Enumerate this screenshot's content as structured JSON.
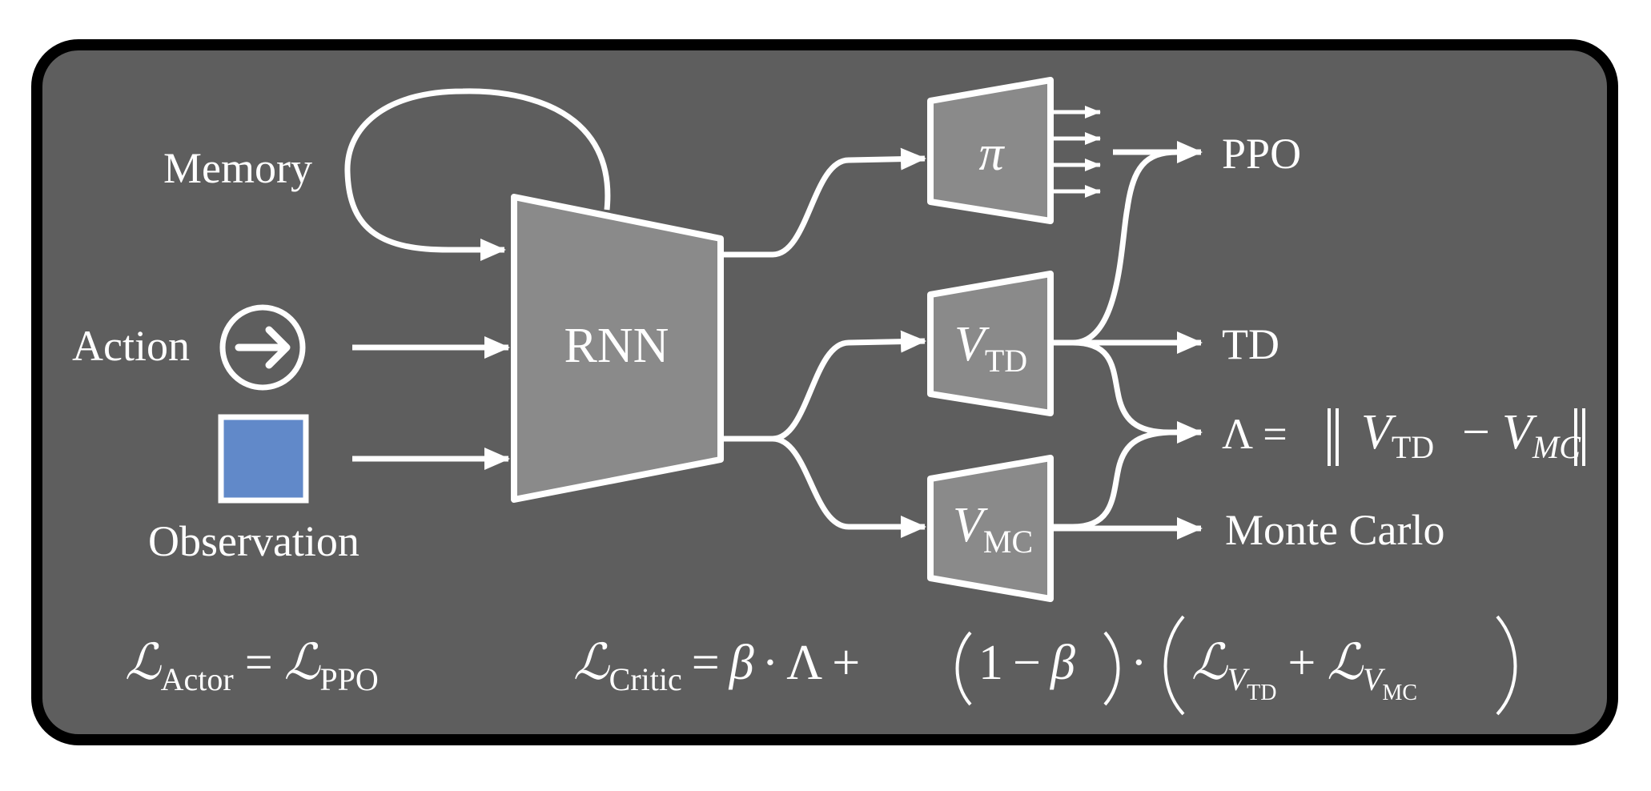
{
  "diagram": {
    "inputs": {
      "memory": "Memory",
      "action": "Action",
      "observation": "Observation"
    },
    "network": {
      "rnn": "RNN"
    },
    "heads": {
      "policy": "π",
      "v_td_main": "V",
      "v_td_sub": "TD",
      "v_mc_main": "V",
      "v_mc_sub": "MC"
    },
    "outputs": {
      "ppo": "PPO",
      "td": "TD",
      "lambda_symbol": "Λ =",
      "lambda_v1": "V",
      "lambda_v1_sub": "TD",
      "lambda_minus": "−",
      "lambda_v2": "V",
      "lambda_v2_sub": "MC",
      "monte_carlo": "Monte Carlo"
    },
    "actor_loss": {
      "L": "ℒ",
      "sub": "Actor",
      "eq": "=",
      "L2": "ℒ",
      "sub2": "PPO"
    },
    "critic_loss": {
      "L": "ℒ",
      "sub": "Critic",
      "eq": "=",
      "beta1": "β",
      "dot1": "·",
      "lambda": "Λ",
      "plus1": "+",
      "one": "1",
      "minus": "−",
      "beta2": "β",
      "dot2": "·",
      "L_td": "ℒ",
      "L_td_sub": "V",
      "L_td_subsub": "TD",
      "plus2": "+",
      "L_mc": "ℒ",
      "L_mc_sub": "V",
      "L_mc_subsub": "MC"
    },
    "colors": {
      "panel": "#5e5e5e",
      "border": "#000000",
      "block": "#8a8a8a",
      "observation": "#6189c9",
      "stroke": "#ffffff"
    }
  }
}
